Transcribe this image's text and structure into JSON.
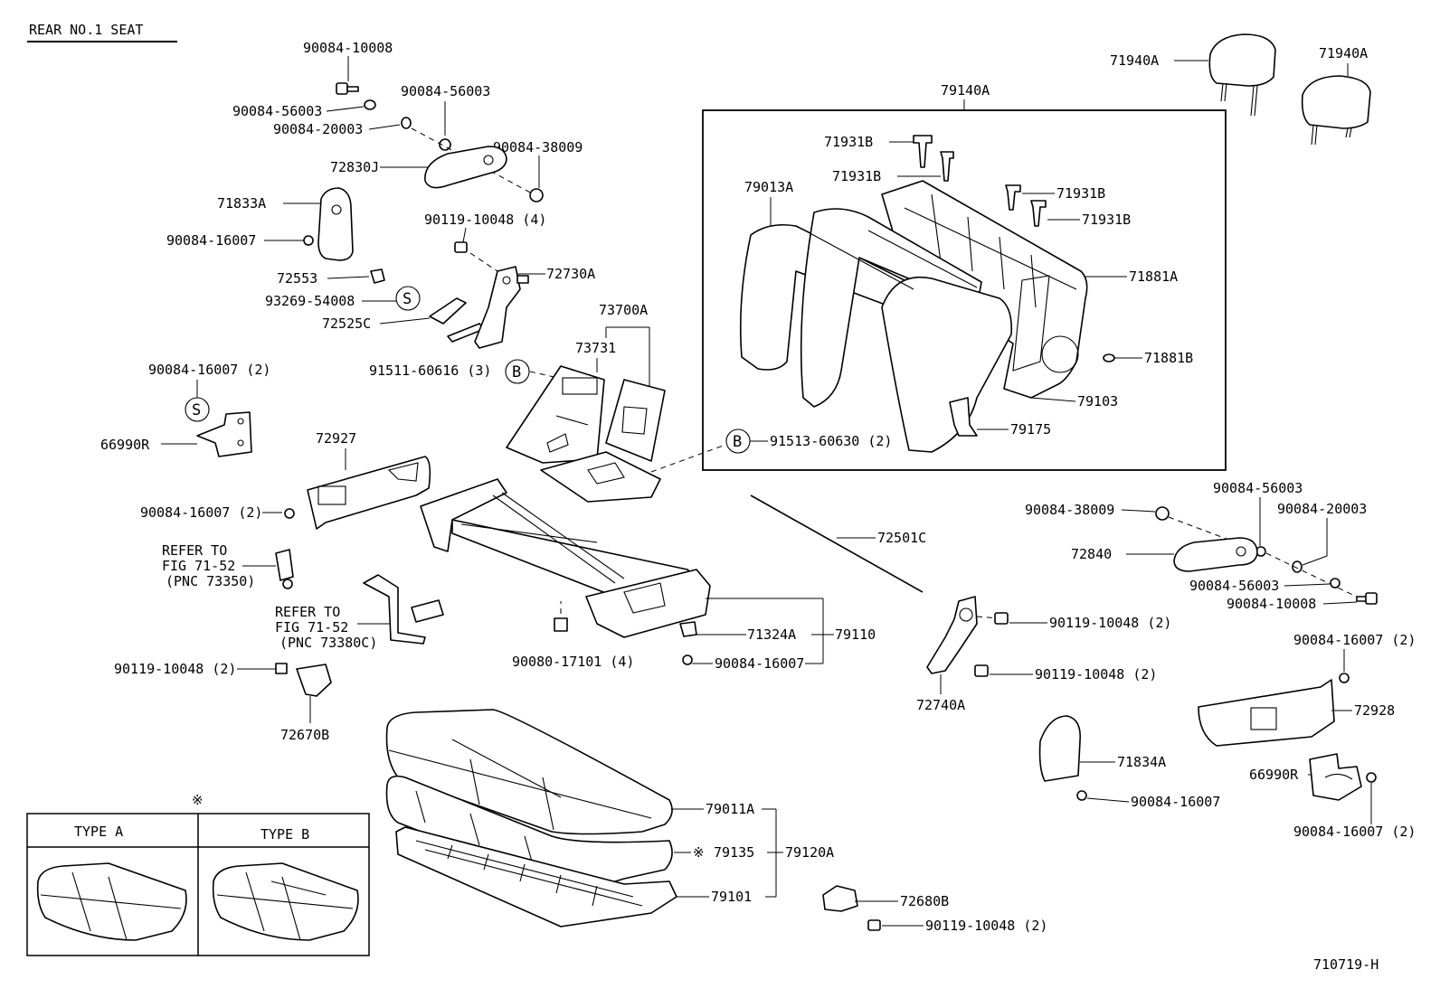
{
  "title": "REAR NO.1 SEAT",
  "figure_code": "710719-H",
  "symbols": {
    "s_marker": "S",
    "b_marker": "B",
    "note_marker": "※"
  },
  "type_table": {
    "type_a": "TYPE A",
    "type_b": "TYPE B"
  },
  "parts": {
    "p90084_10008_top": "90084-10008",
    "p90084_56003_a": "90084-56003",
    "p90084_56003_b": "90084-56003",
    "p90084_20003_a": "90084-20003",
    "p90084_38009_a": "90084-38009",
    "p72830J": "72830J",
    "p71833A": "71833A",
    "p90084_16007_a": "90084-16007",
    "p90119_10048_4": "90119-10048 (4)",
    "p72553": "72553",
    "p93269_54008": "93269-54008",
    "p72730A": "72730A",
    "p72525C": "72525C",
    "p73700A": "73700A",
    "p73731": "73731",
    "p91511_60616": "91511-60616 (3)",
    "p90084_16007_2a": "90084-16007 (2)",
    "p66990R_a": "66990R",
    "p72927": "72927",
    "p90084_16007_2b": "90084-16007 (2)",
    "p_refer_1a": "REFER TO",
    "p_refer_1b": "FIG 71-52",
    "p_refer_1c": "(PNC 73350)",
    "p_refer_2a": "REFER TO",
    "p_refer_2b": "FIG 71-52",
    "p_refer_2c": "(PNC 73380C)",
    "p90119_10048_2a": "90119-10048 (2)",
    "p72670B": "72670B",
    "p90080_17101": "90080-17101 (4)",
    "p71324A": "71324A",
    "p79110": "79110",
    "p90084_16007_b": "90084-16007",
    "p79140A": "79140A",
    "p71931B_1": "71931B",
    "p71931B_2": "71931B",
    "p71931B_3": "71931B",
    "p71931B_4": "71931B",
    "p79013A": "79013A",
    "p71881A": "71881A",
    "p71881B": "71881B",
    "p79103": "79103",
    "p79175": "79175",
    "p91513_60630": "91513-60630 (2)",
    "p71940A_1": "71940A",
    "p71940A_2": "71940A",
    "p72501C": "72501C",
    "p90084_38009_b": "90084-38009",
    "p90084_56003_c": "90084-56003",
    "p90084_20003_b": "90084-20003",
    "p72840": "72840",
    "p90084_56003_d": "90084-56003",
    "p90084_10008_b": "90084-10008",
    "p90119_10048_2b": "90119-10048 (2)",
    "p90119_10048_2c": "90119-10048 (2)",
    "p72740A": "72740A",
    "p90084_16007_2c": "90084-16007 (2)",
    "p72928": "72928",
    "p71834A": "71834A",
    "p66990R_b": "66990R",
    "p90084_16007_c": "90084-16007",
    "p90084_16007_2d": "90084-16007 (2)",
    "p79011A": "79011A",
    "p79135": "79135",
    "p79120A": "79120A",
    "p79101": "79101",
    "p72680B": "72680B",
    "p90119_10048_2d": "90119-10048 (2)"
  }
}
